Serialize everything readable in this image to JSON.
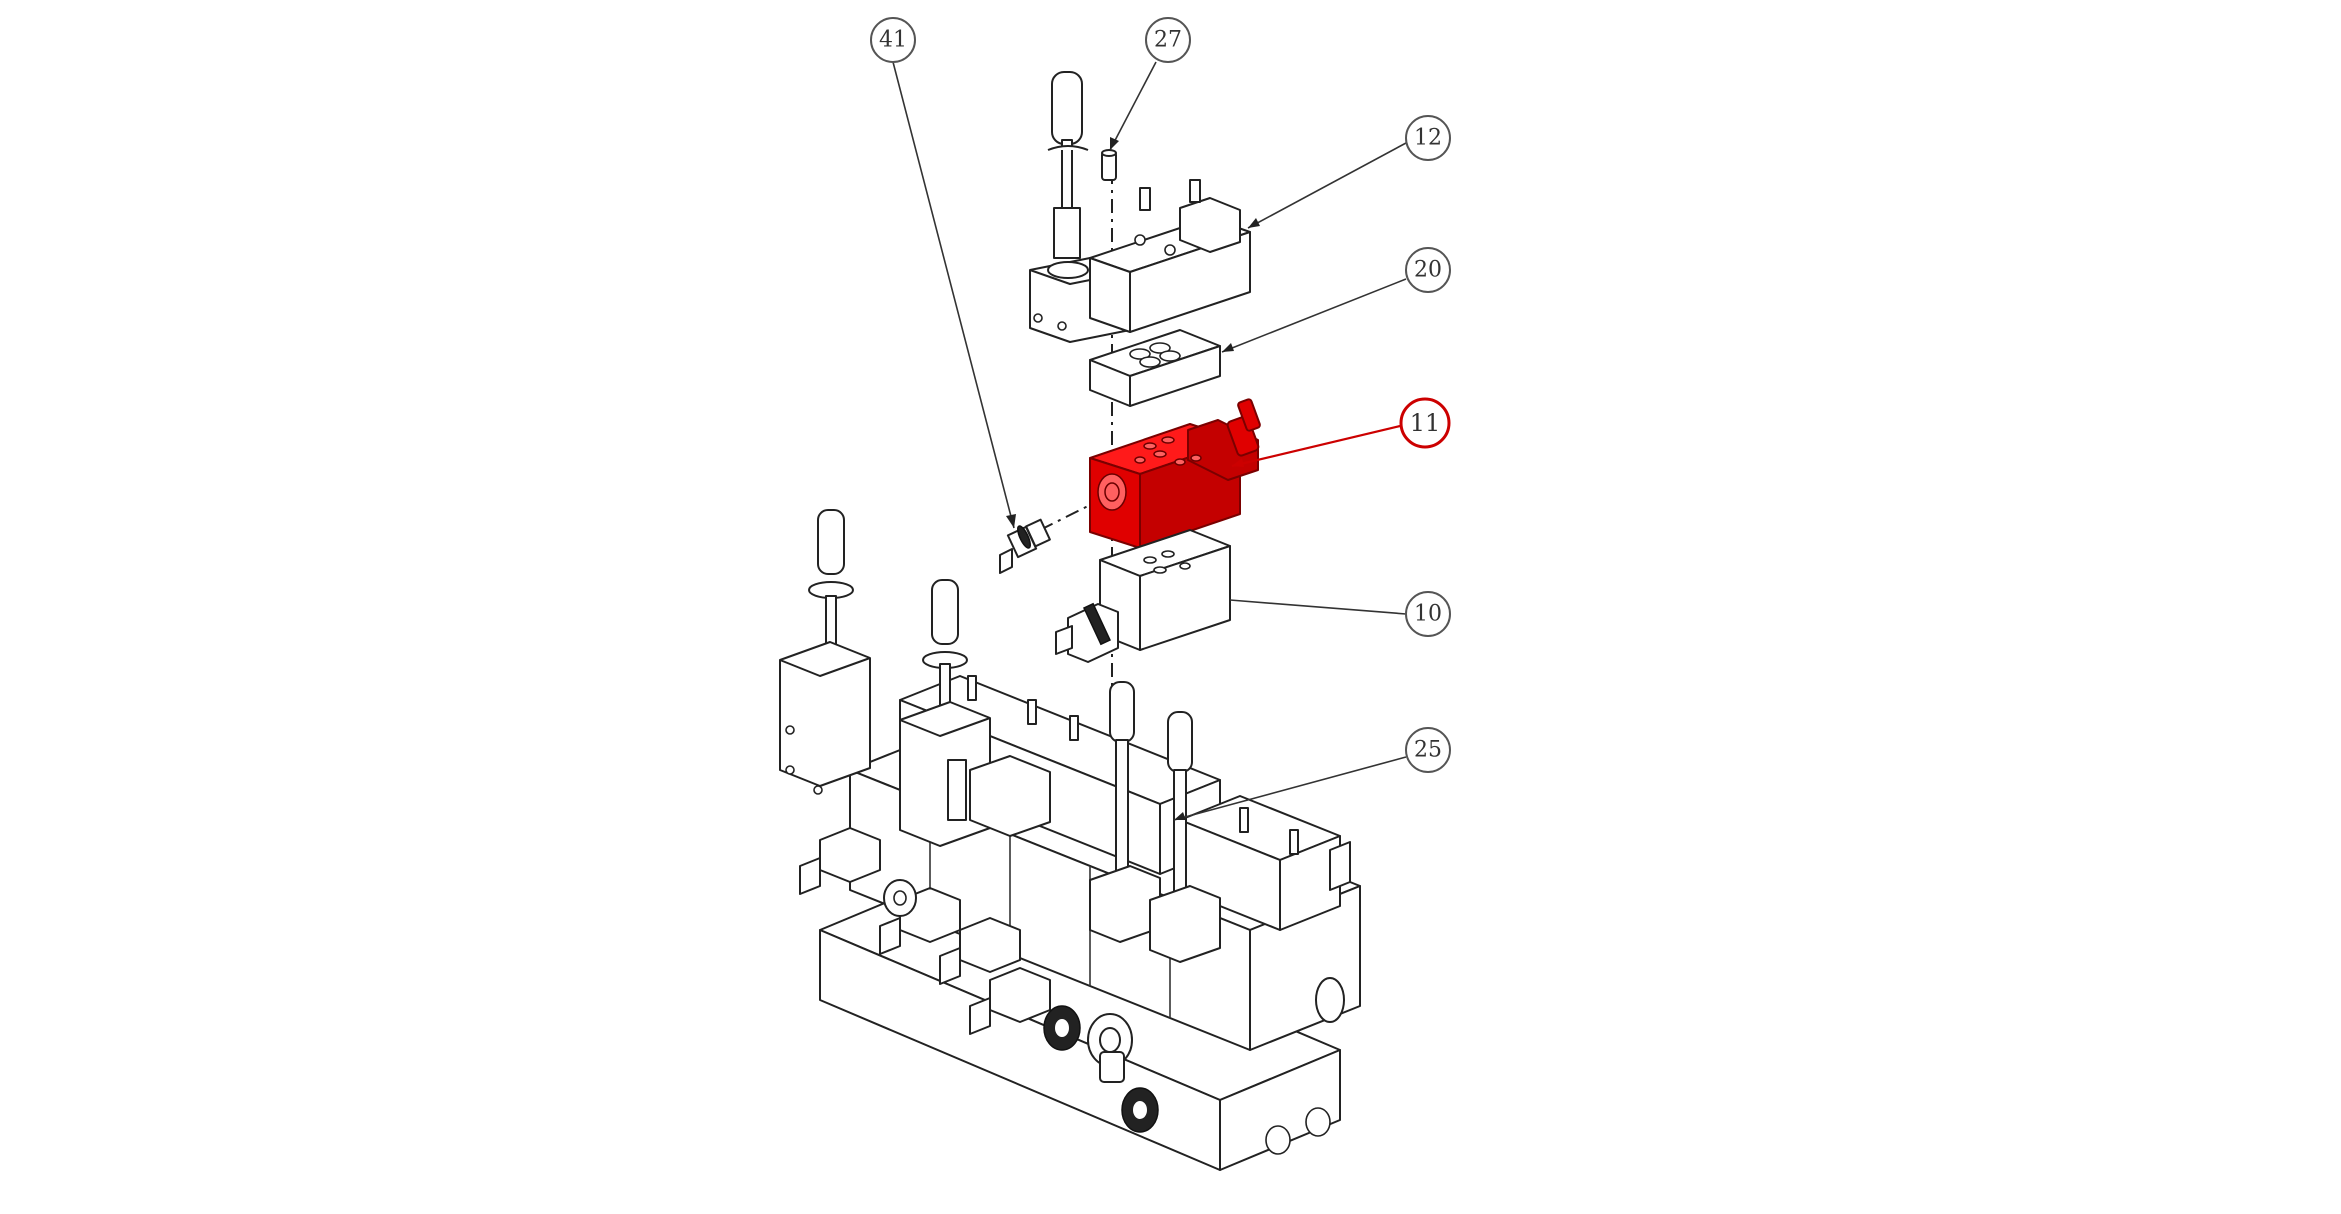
{
  "callouts": [
    {
      "id": "c41",
      "label": "41",
      "active": false
    },
    {
      "id": "c27",
      "label": "27",
      "active": false
    },
    {
      "id": "c12",
      "label": "12",
      "active": false
    },
    {
      "id": "c20",
      "label": "20",
      "active": false
    },
    {
      "id": "c11",
      "label": "11",
      "active": true
    },
    {
      "id": "c10",
      "label": "10",
      "active": false
    },
    {
      "id": "c25",
      "label": "25",
      "active": false
    }
  ],
  "colors": {
    "highlight": "#e00000",
    "line": "#222222",
    "background": "#ffffff"
  }
}
